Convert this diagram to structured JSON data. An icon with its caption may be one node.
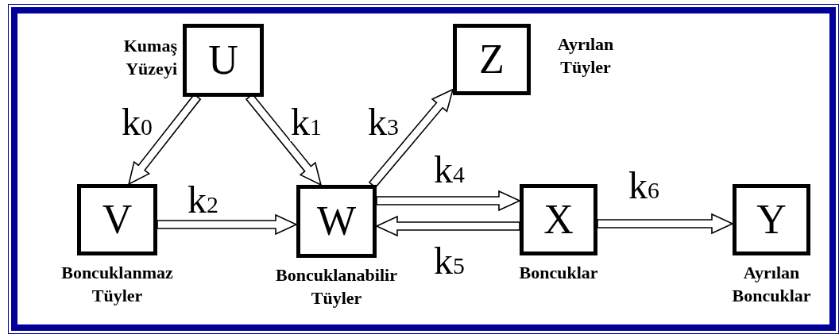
{
  "diagram": {
    "nodes": [
      {
        "text": [
          "U"
        ],
        "beside": [
          "Kumaş Yüzeyi"
        ]
      },
      {
        "text": [
          "Z"
        ],
        "beside": [
          "Ayrılan Tüyler"
        ]
      },
      {
        "text": [
          "V"
        ],
        "beside": [
          "Boncuklanmaz Tüyler"
        ]
      },
      {
        "text": [
          "W"
        ],
        "beside": [
          "Boncuklanabilir Tüyler"
        ]
      },
      {
        "text": [
          "X"
        ],
        "beside": [
          "Boncuklar"
        ]
      },
      {
        "text": [
          "Y"
        ],
        "beside": [
          "Ayrılan Boncuklar"
        ]
      }
    ],
    "edges": [
      {
        "from": 0,
        "to": 2,
        "arrow": "to",
        "label": "k$_{0}$"
      },
      {
        "from": 0,
        "to": 3,
        "arrow": "to",
        "label": "k$_{1}$"
      },
      {
        "from": 2,
        "to": 3,
        "arrow": "to",
        "label": "k$_{2}$"
      },
      {
        "from": 3,
        "to": 1,
        "arrow": "to",
        "label": "k$_{3}$"
      },
      {
        "from": 3,
        "to": 4,
        "arrow": "to",
        "label": "k$_{4}$"
      },
      {
        "from": 4,
        "to": 3,
        "arrow": "to",
        "label": "k$_{5}$"
      },
      {
        "from": 4,
        "to": 5,
        "arrow": "to",
        "label": "k$_{6}$"
      }
    ]
  }
}
